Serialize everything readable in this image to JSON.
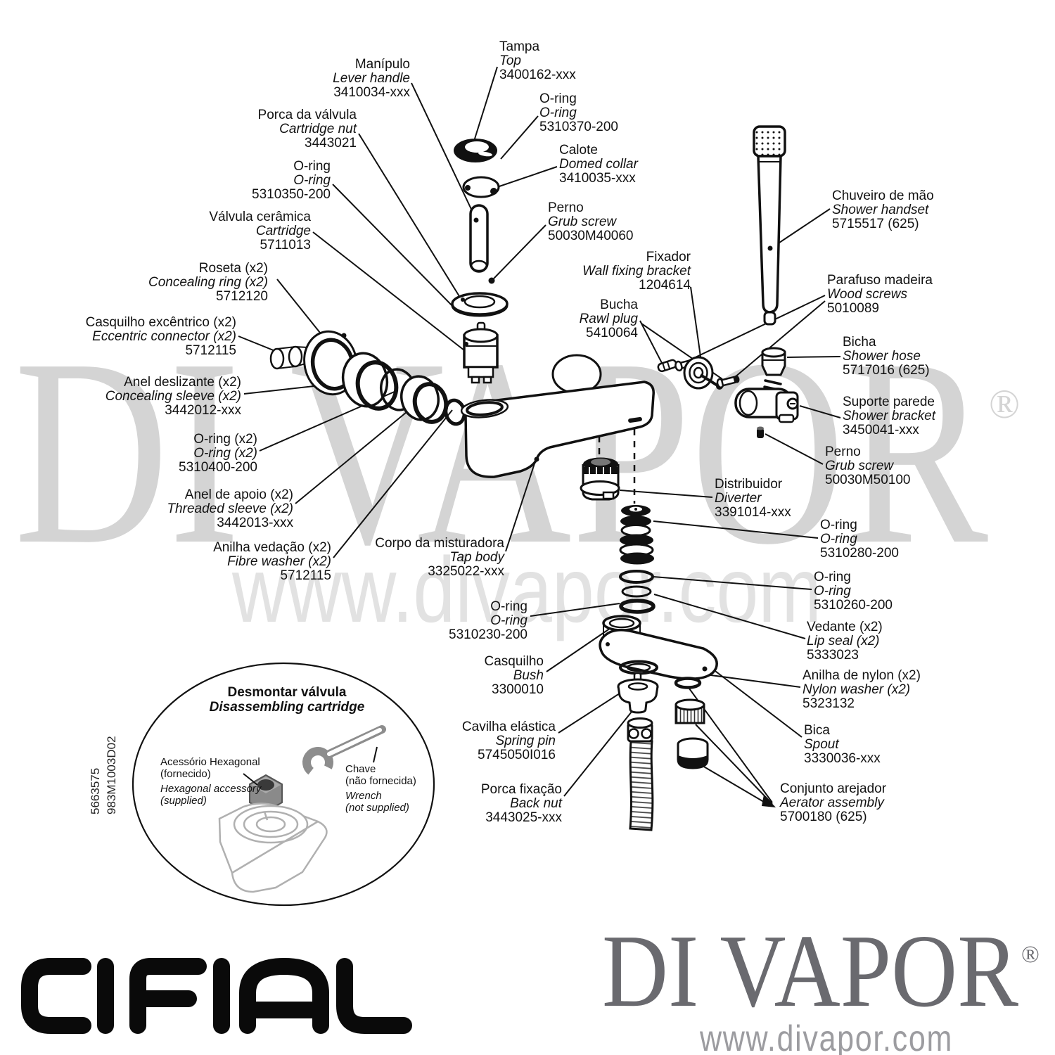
{
  "brand": {
    "logo": "CIFIAL"
  },
  "vendor": {
    "name": "DI VAPOR",
    "registered": "®",
    "url": "www.divapor.com"
  },
  "watermark": {
    "name": "DI VAPOR",
    "registered": "®",
    "url": "www.divapor.com"
  },
  "doc": {
    "codes": [
      "5663575",
      "983M1003D02"
    ]
  },
  "parts": [
    {
      "pt": "Manípulo",
      "en": "Lever handle",
      "num": "3410034-xxx"
    },
    {
      "pt": "Tampa",
      "en": "Top",
      "num": "3400162-xxx"
    },
    {
      "pt": "O-ring",
      "en": "O-ring",
      "num": "5310370-200"
    },
    {
      "pt": "Porca da válvula",
      "en": "Cartridge nut",
      "num": "3443021"
    },
    {
      "pt": "Calote",
      "en": "Domed collar",
      "num": "3410035-xxx"
    },
    {
      "pt": "O-ring",
      "en": "O-ring",
      "num": "5310350-200"
    },
    {
      "pt": "Perno",
      "en": "Grub screw",
      "num": "50030M40060"
    },
    {
      "pt": "Válvula cerâmica",
      "en": "Cartridge",
      "num": "5711013"
    },
    {
      "pt": "Roseta (x2)",
      "en": "Concealing ring (x2)",
      "num": "5712120"
    },
    {
      "pt": "Casquilho excêntrico (x2)",
      "en": "Eccentric connector (x2)",
      "num": "5712115"
    },
    {
      "pt": "Anel deslizante (x2)",
      "en": "Concealing sleeve (x2)",
      "num": "3442012-xxx"
    },
    {
      "pt": "O-ring (x2)",
      "en": "O-ring (x2)",
      "num": "5310400-200"
    },
    {
      "pt": "Anel de apoio (x2)",
      "en": "Threaded sleeve (x2)",
      "num": "3442013-xxx"
    },
    {
      "pt": "Anilha vedação (x2)",
      "en": "Fibre washer (x2)",
      "num": "5712115"
    },
    {
      "pt": "Corpo da misturadora",
      "en": "Tap body",
      "num": "3325022-xxx"
    },
    {
      "pt": "Fixador",
      "en": "Wall fixing bracket",
      "num": "1204614"
    },
    {
      "pt": "Bucha",
      "en": "Rawl plug",
      "num": "5410064"
    },
    {
      "pt": "Chuveiro de mão",
      "en": "Shower handset",
      "num": "5715517 (625)"
    },
    {
      "pt": "Parafuso madeira",
      "en": "Wood screws",
      "num": "5010089"
    },
    {
      "pt": "Bicha",
      "en": "Shower hose",
      "num": "5717016 (625)"
    },
    {
      "pt": "Suporte parede",
      "en": "Shower bracket",
      "num": "3450041-xxx"
    },
    {
      "pt": "Perno",
      "en": "Grub screw",
      "num": "50030M50100"
    },
    {
      "pt": "Distribuidor",
      "en": "Diverter",
      "num": "3391014-xxx"
    },
    {
      "pt": "O-ring",
      "en": "O-ring",
      "num": "5310280-200"
    },
    {
      "pt": "O-ring",
      "en": "O-ring",
      "num": "5310260-200"
    },
    {
      "pt": "Vedante (x2)",
      "en": "Lip seal (x2)",
      "num": "5333023"
    },
    {
      "pt": "O-ring",
      "en": "O-ring",
      "num": "5310230-200"
    },
    {
      "pt": "Anilha de nylon (x2)",
      "en": "Nylon washer (x2)",
      "num": "5323132"
    },
    {
      "pt": "Casquilho",
      "en": "Bush",
      "num": "3300010"
    },
    {
      "pt": "Bica",
      "en": "Spout",
      "num": "3330036-xxx"
    },
    {
      "pt": "Cavilha elástica",
      "en": "Spring pin",
      "num": "5745050I016"
    },
    {
      "pt": "Conjunto arejador",
      "en": "Aerator assembly",
      "num": "5700180 (625)"
    },
    {
      "pt": "Porca fixação",
      "en": "Back nut",
      "num": "3443025-xxx"
    }
  ],
  "inset": {
    "title_pt": "Desmontar válvula",
    "title_en": "Disassembling cartridge",
    "accessory_pt": "Acessório Hexagonal",
    "accessory_pt2": "(fornecido)",
    "accessory_en": "Hexagonal accessory",
    "accessory_en2": "(supplied)",
    "wrench_pt": "Chave",
    "wrench_pt2": "(não fornecida)",
    "wrench_en": "Wrench",
    "wrench_en2": "(not supplied)"
  }
}
